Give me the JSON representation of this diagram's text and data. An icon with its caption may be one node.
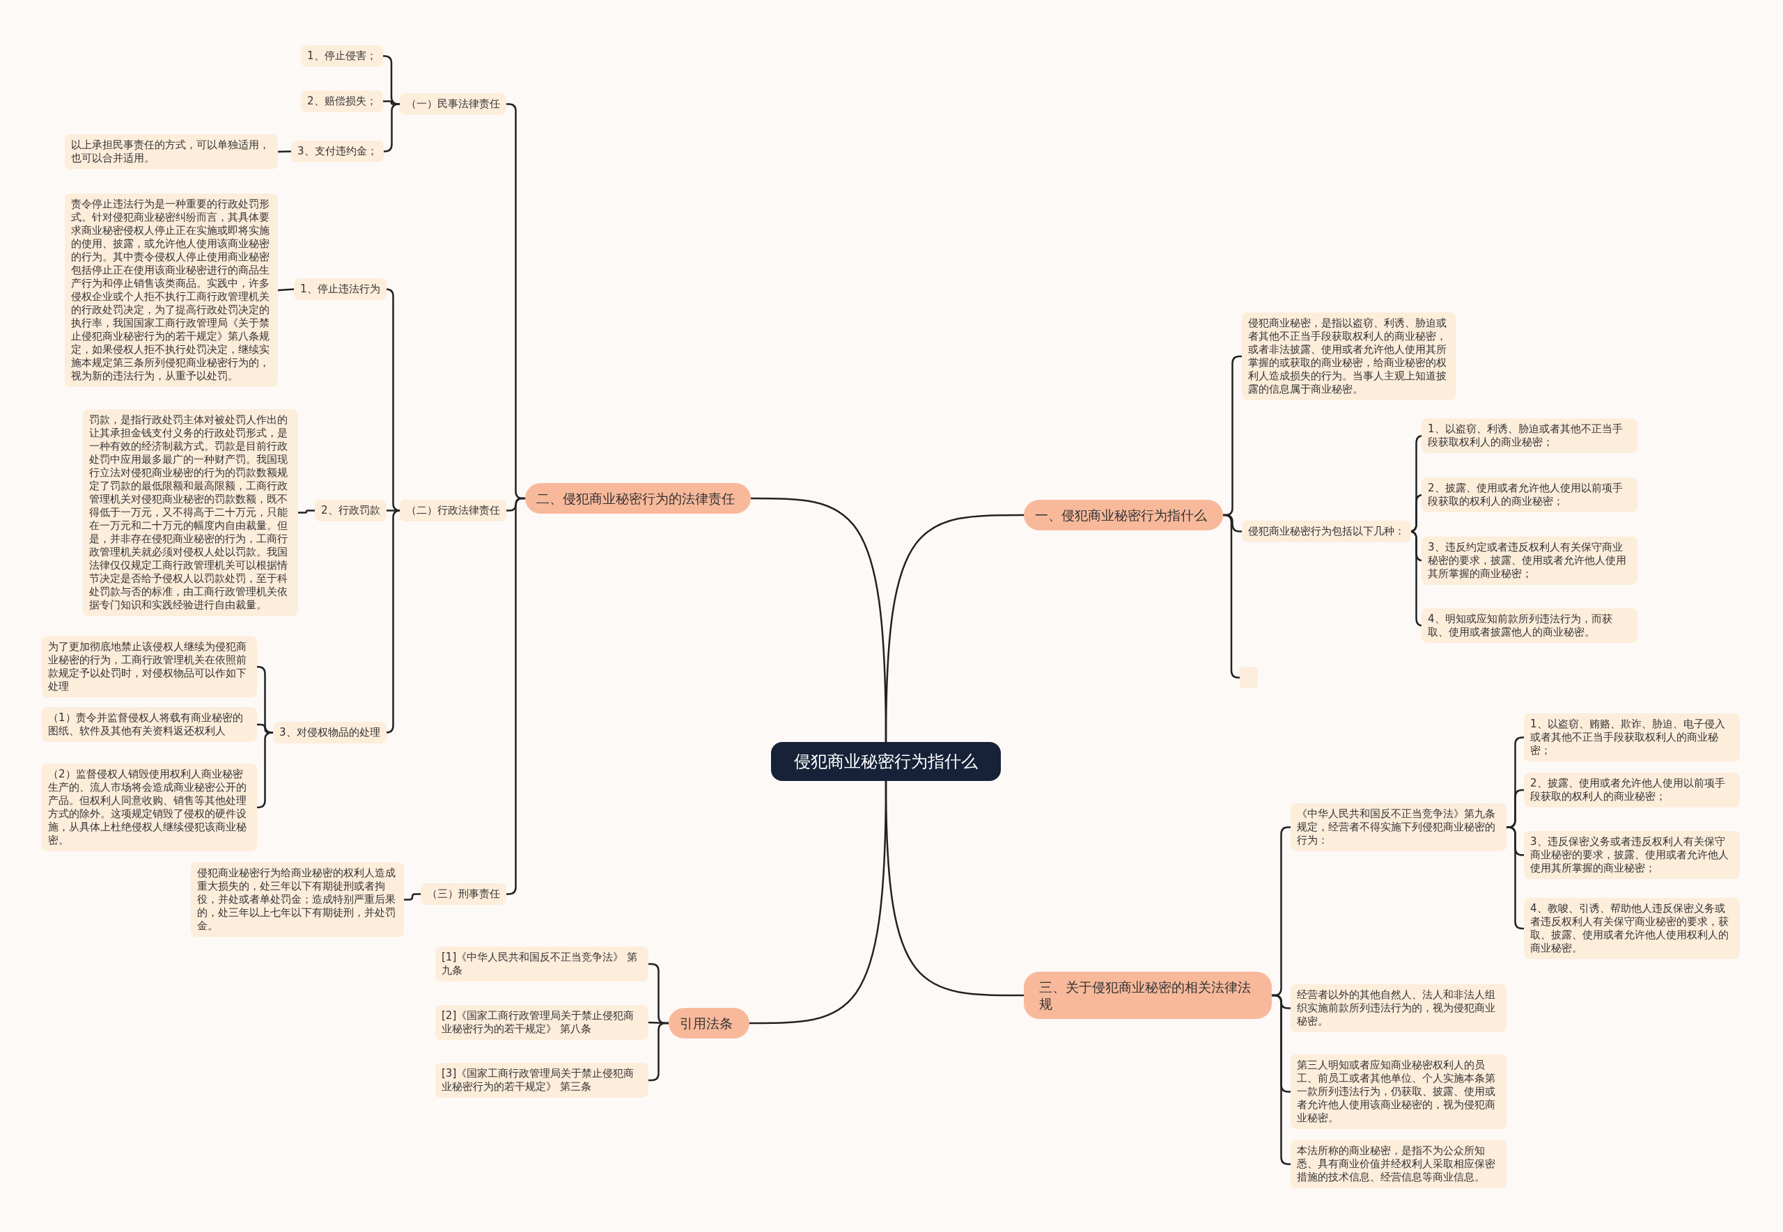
{
  "diagram": {
    "nodes": [
      {
        "text": [
          "侵犯商业秘密行为指什么"
        ]
      },
      {
        "text": [
          "二、侵犯商业秘密行为的法律责任"
        ]
      },
      {
        "text": [
          "（一）民事法律责任"
        ]
      },
      {
        "text": [
          "1、停止侵害；"
        ]
      },
      {
        "text": [
          "2、赔偿损失；"
        ]
      },
      {
        "text": [
          "3、支付违约金；"
        ]
      },
      {
        "text": [
          "以上承担民事责任的方式，可以单独适用，也可以合并适用。"
        ]
      },
      {
        "text": [
          "（二）行政法律责任"
        ]
      },
      {
        "text": [
          "1、停止违法行为"
        ]
      },
      {
        "text": [
          "责令停止违法行为是一种重要的行政处罚形式。针对侵犯商业秘密纠纷而言，其具体要求商业秘密侵权人停止正在实施或即将实施的使用、披露，或允许他人使用该商业秘密的行为。其中责令侵权人停止使用商业秘密包括停止正在使用该商业秘密进行的商品生产行为和停止销售该类商品。实践中，许多侵权企业或个人拒不执行工商行政管理机关的行政处罚决定，为了提高行政处罚决定的执行率，我国国家工商行政管理局《关于禁止侵犯商业秘密行为的若干规定》第八条规定，如果侵权人拒不执行处罚决定，继续实施本规定第三条所列侵犯商业秘密行为的，视为新的违法行为，从重予以处罚。"
        ]
      },
      {
        "text": [
          "2、行政罚款"
        ]
      },
      {
        "text": [
          "罚款，是指行政处罚主体对被处罚人作出的让其承担金钱支付义务的行政处罚形式，是一种有效的经济制裁方式。罚款是目前行政处罚中应用最多最广的一种财产罚。我国现行立法对侵犯商业秘密的行为的罚款数额规定了罚款的最低限额和最高限额，工商行政管理机关对侵犯商业秘密的罚款数额，既不得低于一万元，又不得高于二十万元，只能在一万元和二十万元的幅度内自由裁量。但是，并非存在侵犯商业秘密的行为，工商行政管理机关就必须对侵权人处以罚款。我国法律仅仅规定工商行政管理机关可以根据情节决定是否给予侵权人以罚款处罚，至于科处罚款与否的标准，由工商行政管理机关依据专门知识和实践经验进行自由裁量。"
        ]
      },
      {
        "text": [
          "3、对侵权物品的处理"
        ]
      },
      {
        "text": [
          "为了更加彻底地禁止该侵权人继续为侵犯商业秘密的行为，工商行政管理机关在依照前款规定予以处罚时，对侵权物品可以作如下处理"
        ]
      },
      {
        "text": [
          "（1）责令并监督侵权人将载有商业秘密的图纸、软件及其他有关资料返还权利人"
        ]
      },
      {
        "text": [
          "（2）监督侵权人销毁使用权利人商业秘密生产的、流人市场将会造成商业秘密公开的产品。但权利人同意收购、销售等其他处理方式的除外。这项规定销毁了侵权的硬件设施，从具体上杜绝侵权人继续侵犯该商业秘密。"
        ]
      },
      {
        "text": [
          "（三）刑事责任"
        ]
      },
      {
        "text": [
          "侵犯商业秘密行为给商业秘密的权利人造成重大损失的，处三年以下有期徒刑或者拘役，并处或者单处罚金；造成特别严重后果的，处三年以上七年以下有期徒刑，并处罚金。"
        ]
      },
      {
        "text": [
          "引用法条"
        ]
      },
      {
        "text": [
          "[1]《中华人民共和国反不正当竞争法》 第九条"
        ]
      },
      {
        "text": [
          "[2]《国家工商行政管理局关于禁止侵犯商业秘密行为的若干规定》 第八条"
        ]
      },
      {
        "text": [
          "[3]《国家工商行政管理局关于禁止侵犯商业秘密行为的若干规定》 第三条"
        ]
      },
      {
        "text": [
          "一、侵犯商业秘密行为指什么"
        ]
      },
      {
        "text": [
          "侵犯商业秘密，是指以盗窃、利诱、胁迫或者其他不正当手段获取权利人的商业秘密，或者非法披露、使用或者允许他人使用其所掌握的或获取的商业秘密，给商业秘密的权利人造成损失的行为。当事人主观上知道披露的信息属于商业秘密。"
        ]
      },
      {
        "text": [
          "侵犯商业秘密行为包括以下几种："
        ]
      },
      {
        "text": [
          "1、以盗窃、利诱、胁迫或者其他不正当手段获取权利人的商业秘密；"
        ]
      },
      {
        "text": [
          "2、披露、使用或者允许他人使用以前项手段获取的权利人的商业秘密；"
        ]
      },
      {
        "text": [
          "3、违反约定或者违反权利人有关保守商业秘密的要求，披露、使用或者允许他人使用其所掌握的商业秘密；"
        ]
      },
      {
        "text": [
          "4、明知或应知前款所列违法行为，而获取、使用或者披露他人的商业秘密。"
        ]
      },
      {
        "text": [],
        "shape": "box"
      },
      {
        "text": [
          "三、关于侵犯商业秘密的相关法律法规"
        ]
      },
      {
        "text": [
          "《中华人民共和国反不正当竞争法》第九条规定，经营者不得实施下列侵犯商业秘密的行为："
        ]
      },
      {
        "text": [
          "1、以盗窃、贿赂、欺诈、胁迫、电子侵入或者其他不正当手段获取权利人的商业秘密；"
        ]
      },
      {
        "text": [
          "2、披露、使用或者允许他人使用以前项手段获取的权利人的商业秘密；"
        ]
      },
      {
        "text": [
          "3、违反保密义务或者违反权利人有关保守商业秘密的要求，披露、使用或者允许他人使用其所掌握的商业秘密；"
        ]
      },
      {
        "text": [
          "4、教唆、引诱、帮助他人违反保密义务或者违反权利人有关保守商业秘密的要求，获取、披露、使用或者允许他人使用权利人的商业秘密。"
        ]
      },
      {
        "text": [
          "经营者以外的其他自然人、法人和非法人组织实施前款所列违法行为的，视为侵犯商业秘密。"
        ]
      },
      {
        "text": [
          "第三人明知或者应知商业秘密权利人的员工、前员工或者其他单位、个人实施本条第一款所列违法行为，仍获取、披露、使用或者允许他人使用该商业秘密的，视为侵犯商业秘密。"
        ]
      },
      {
        "text": [
          "本法所称的商业秘密，是指不为公众所知悉、具有商业价值并经权利人采取相应保密措施的技术信息、经营信息等商业信息。"
        ]
      }
    ],
    "edges": [
      {
        "from": 0,
        "to": 1,
        "arrow": "none"
      },
      {
        "from": 1,
        "to": 2,
        "arrow": "none"
      },
      {
        "from": 2,
        "to": 3,
        "arrow": "none"
      },
      {
        "from": 2,
        "to": 4,
        "arrow": "none"
      },
      {
        "from": 2,
        "to": 5,
        "arrow": "none"
      },
      {
        "from": 5,
        "to": 6,
        "arrow": "none"
      },
      {
        "from": 1,
        "to": 7,
        "arrow": "none"
      },
      {
        "from": 7,
        "to": 8,
        "arrow": "none"
      },
      {
        "from": 8,
        "to": 9,
        "arrow": "none"
      },
      {
        "from": 7,
        "to": 10,
        "arrow": "none"
      },
      {
        "from": 10,
        "to": 11,
        "arrow": "none"
      },
      {
        "from": 7,
        "to": 12,
        "arrow": "none"
      },
      {
        "from": 12,
        "to": 13,
        "arrow": "none"
      },
      {
        "from": 12,
        "to": 14,
        "arrow": "none"
      },
      {
        "from": 12,
        "to": 15,
        "arrow": "none"
      },
      {
        "from": 1,
        "to": 16,
        "arrow": "none"
      },
      {
        "from": 16,
        "to": 17,
        "arrow": "none"
      },
      {
        "from": 0,
        "to": 18,
        "arrow": "none"
      },
      {
        "from": 18,
        "to": 19,
        "arrow": "none"
      },
      {
        "from": 18,
        "to": 20,
        "arrow": "none"
      },
      {
        "from": 18,
        "to": 21,
        "arrow": "none"
      },
      {
        "from": 0,
        "to": 22,
        "arrow": "none"
      },
      {
        "from": 22,
        "to": 23,
        "arrow": "none"
      },
      {
        "from": 22,
        "to": 24,
        "arrow": "none"
      },
      {
        "from": 24,
        "to": 25,
        "arrow": "none"
      },
      {
        "from": 24,
        "to": 26,
        "arrow": "none"
      },
      {
        "from": 24,
        "to": 27,
        "arrow": "none"
      },
      {
        "from": 24,
        "to": 28,
        "arrow": "none"
      },
      {
        "from": 22,
        "to": 29,
        "arrow": "none"
      },
      {
        "from": 0,
        "to": 30,
        "arrow": "none"
      },
      {
        "from": 30,
        "to": 31,
        "arrow": "none"
      },
      {
        "from": 31,
        "to": 32,
        "arrow": "none"
      },
      {
        "from": 31,
        "to": 33,
        "arrow": "none"
      },
      {
        "from": 31,
        "to": 34,
        "arrow": "none"
      },
      {
        "from": 31,
        "to": 35,
        "arrow": "none"
      },
      {
        "from": 30,
        "to": 36,
        "arrow": "none"
      },
      {
        "from": 30,
        "to": 37,
        "arrow": "none"
      },
      {
        "from": 30,
        "to": 38,
        "arrow": "none"
      }
    ]
  }
}
